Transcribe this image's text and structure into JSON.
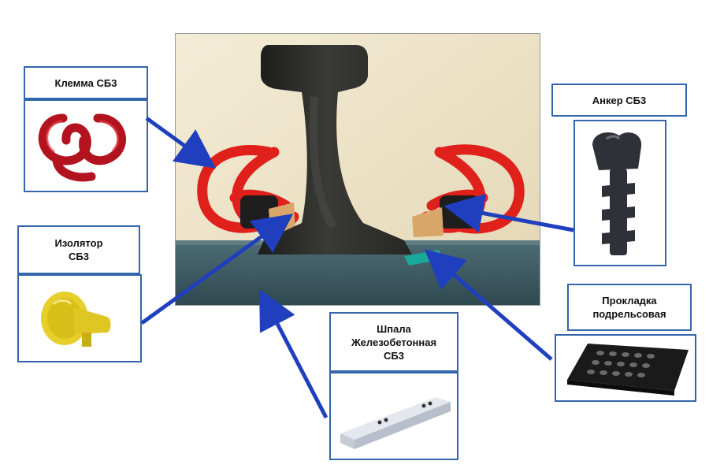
{
  "labels": {
    "klemma": "Клемма СБ3",
    "anker": "Анкер СБ3",
    "izolyator": "Изолятор\nСБ3",
    "prokladka": "Прокладка\nподрельсовая",
    "shpala": "Шпала\nЖелезобетонная\nСБ3"
  },
  "colors": {
    "frame": "#3366aa",
    "arrow": "#1f3fbf",
    "clip_red": "#e0201a",
    "rail": "#2b2b2b",
    "insulator_yellow": "#e6cf2a",
    "pad_teal": "#19a89a",
    "sleeper_base": "#3d5a63",
    "wall": "#ede3c8"
  },
  "icons": {
    "klemma": "red-spiral-clip-icon",
    "anker": "anchor-icon",
    "izolyator": "yellow-insulator-icon",
    "prokladka": "rubber-pad-icon",
    "shpala": "concrete-sleeper-icon"
  }
}
